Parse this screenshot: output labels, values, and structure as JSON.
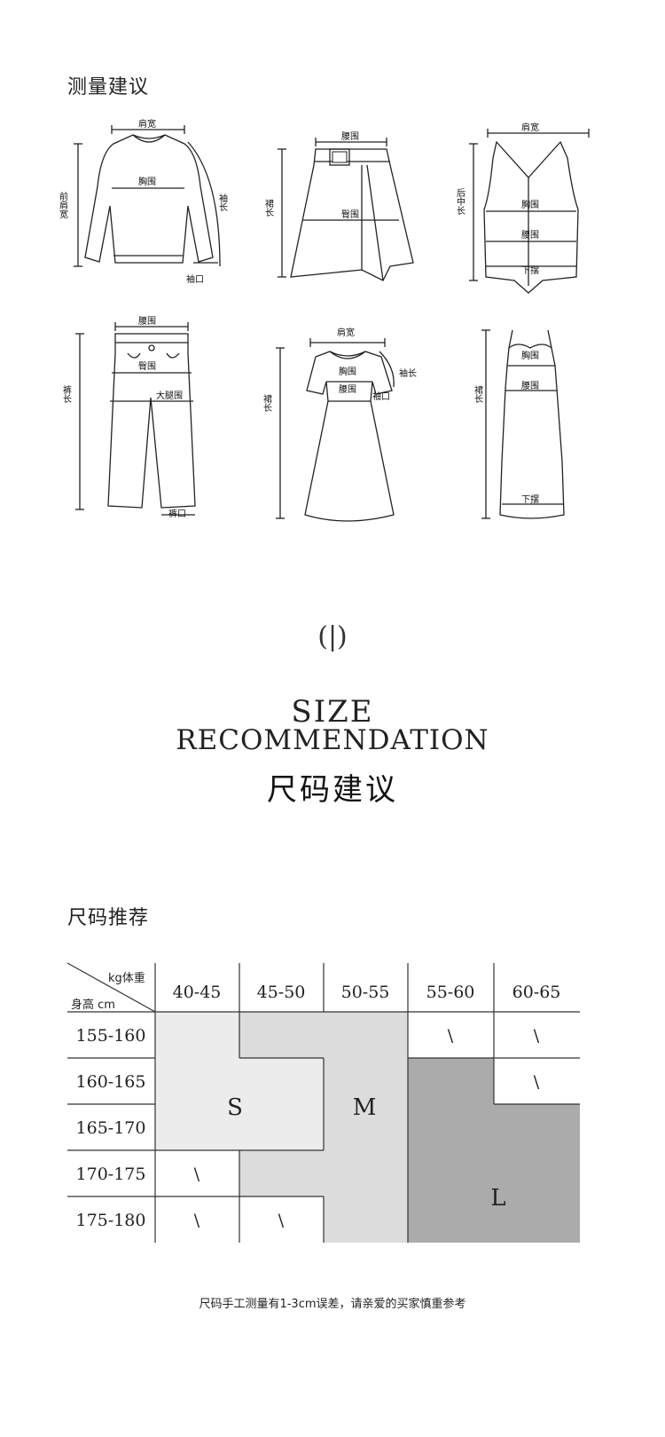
{
  "measure_section": {
    "title": "测量建议",
    "sweater": {
      "shoulder": "肩宽",
      "chest": "胸围",
      "front_shoulder": "前肩宽",
      "sleeve_length": "袖长",
      "cuff": "袖口"
    },
    "skirt": {
      "waist": "腰围",
      "hip": "臀围",
      "skirt_length": "裙长"
    },
    "vest": {
      "shoulder": "肩宽",
      "chest": "胸围",
      "waist": "腰围",
      "back_length": "后中长",
      "hem": "下摆"
    },
    "pants": {
      "waist": "腰围",
      "hip": "臀围",
      "thigh": "大腿围",
      "pants_length": "裤长",
      "leg_opening": "裤口"
    },
    "dress": {
      "shoulder": "肩宽",
      "sleeve_length": "袖长",
      "chest": "胸围",
      "waist": "腰围",
      "cuff": "袖口",
      "skirt_length": "裙长"
    },
    "slip_dress": {
      "chest": "胸围",
      "waist": "腰围",
      "hem": "下摆",
      "skirt_length": "裙长"
    }
  },
  "divider": "(|)",
  "size_heading": {
    "en_line1": "SIZE",
    "en_line2": "RECOMMENDATION",
    "zh": "尺码建议"
  },
  "recommend_section": {
    "title": "尺码推荐",
    "header_weight": "kg体重",
    "header_height": "身高 cm",
    "weights": [
      "40-45",
      "45-50",
      "50-55",
      "55-60",
      "60-65"
    ],
    "heights": [
      "155-160",
      "160-165",
      "165-170",
      "170-175",
      "175-180"
    ],
    "na_mark": "\\",
    "sizes": {
      "S": "S",
      "M": "M",
      "L": "L"
    },
    "colors": {
      "S": "#ececec",
      "M": "#dcdcdc",
      "L": "#ababab"
    },
    "note": "尺码手工测量有1-3cm误差，请亲爱的买家慎重参考"
  }
}
